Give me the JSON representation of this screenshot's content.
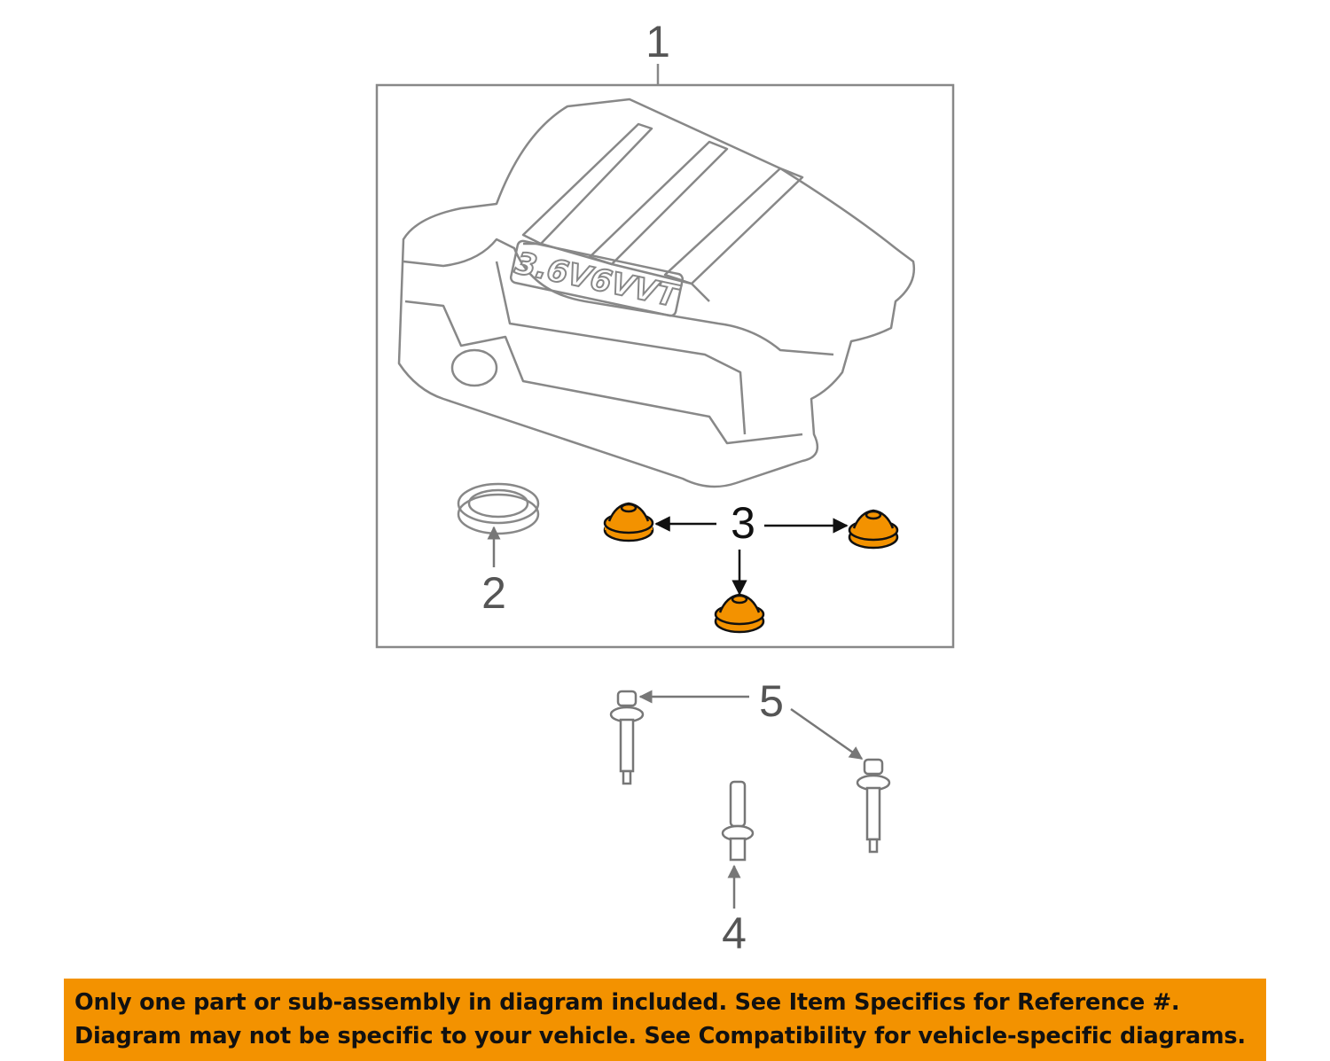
{
  "callouts": {
    "c1": "1",
    "c2": "2",
    "c3": "3",
    "c4": "4",
    "c5": "5"
  },
  "cover_emblem": "3.6V6VVT",
  "colors": {
    "highlight": "#f39200",
    "banner": "#f39200",
    "line": "#888888"
  },
  "banner": {
    "line1": "Only one part or sub-assembly in diagram included. See Item Specifics for Reference #.",
    "line2": "Diagram may not be specific to your vehicle. See Compatibility for vehicle-specific diagrams."
  }
}
